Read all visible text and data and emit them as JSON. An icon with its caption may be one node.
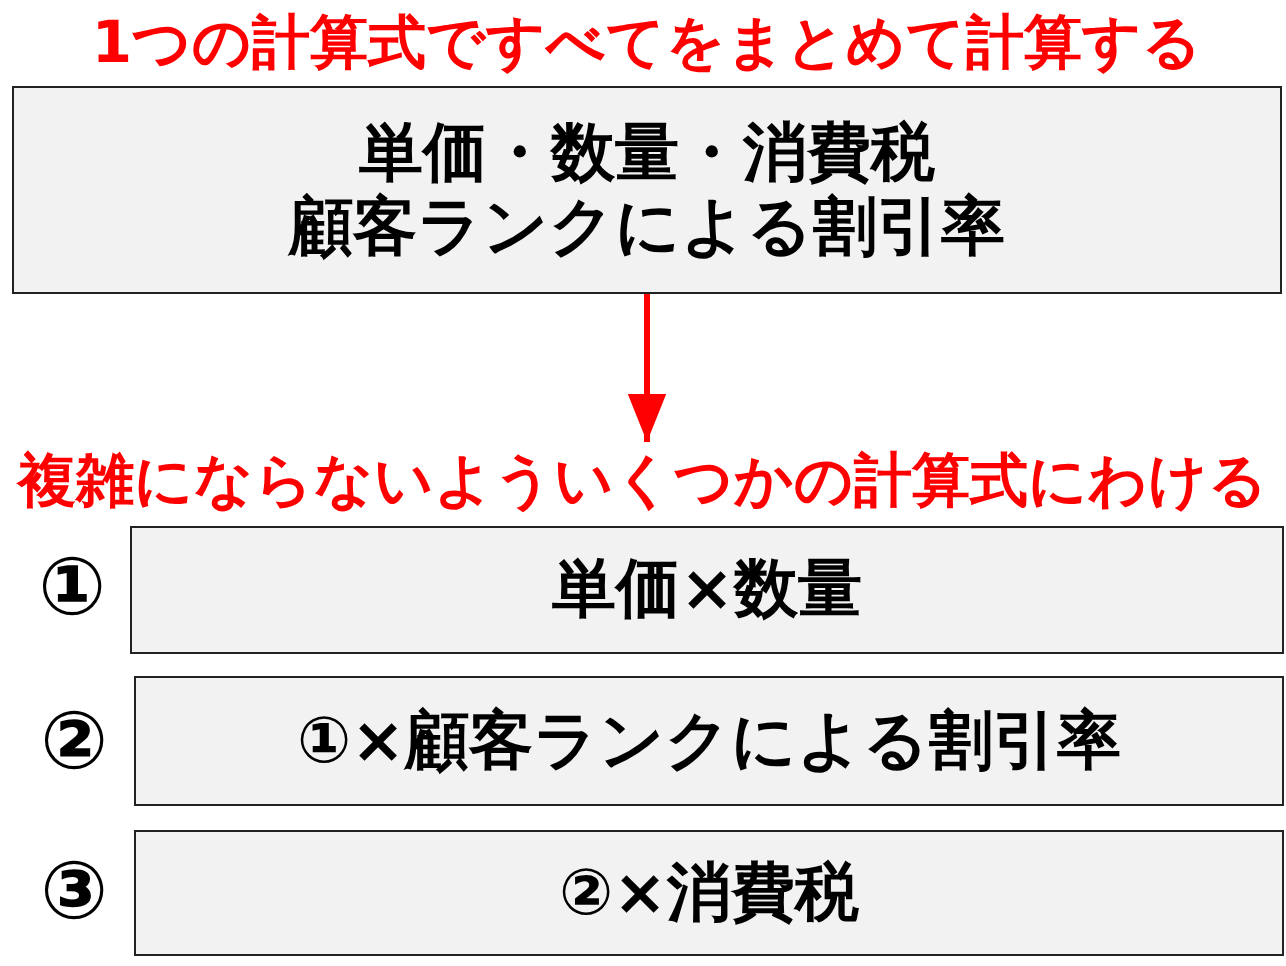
{
  "diagram": {
    "nodes": [
      {
        "text": [
          "1つの計算式ですべてをまとめて計算する",
          "単価・数量・消費税",
          "顧客ランクによる割引率"
        ]
      },
      {
        "text": [
          "複雑にならないよういくつかの計算式にわける"
        ]
      },
      {
        "text": [
          "単価×数量"
        ],
        "beside": [
          "①"
        ]
      },
      {
        "text": [
          "①×顧客ランクによる割引率"
        ],
        "beside": [
          "②"
        ]
      },
      {
        "text": [
          "②×消費税"
        ],
        "beside": [
          "③"
        ]
      }
    ],
    "edges": [
      {
        "from": 0,
        "to": 1,
        "arrow": "to",
        "color": "#ff0000"
      }
    ]
  }
}
